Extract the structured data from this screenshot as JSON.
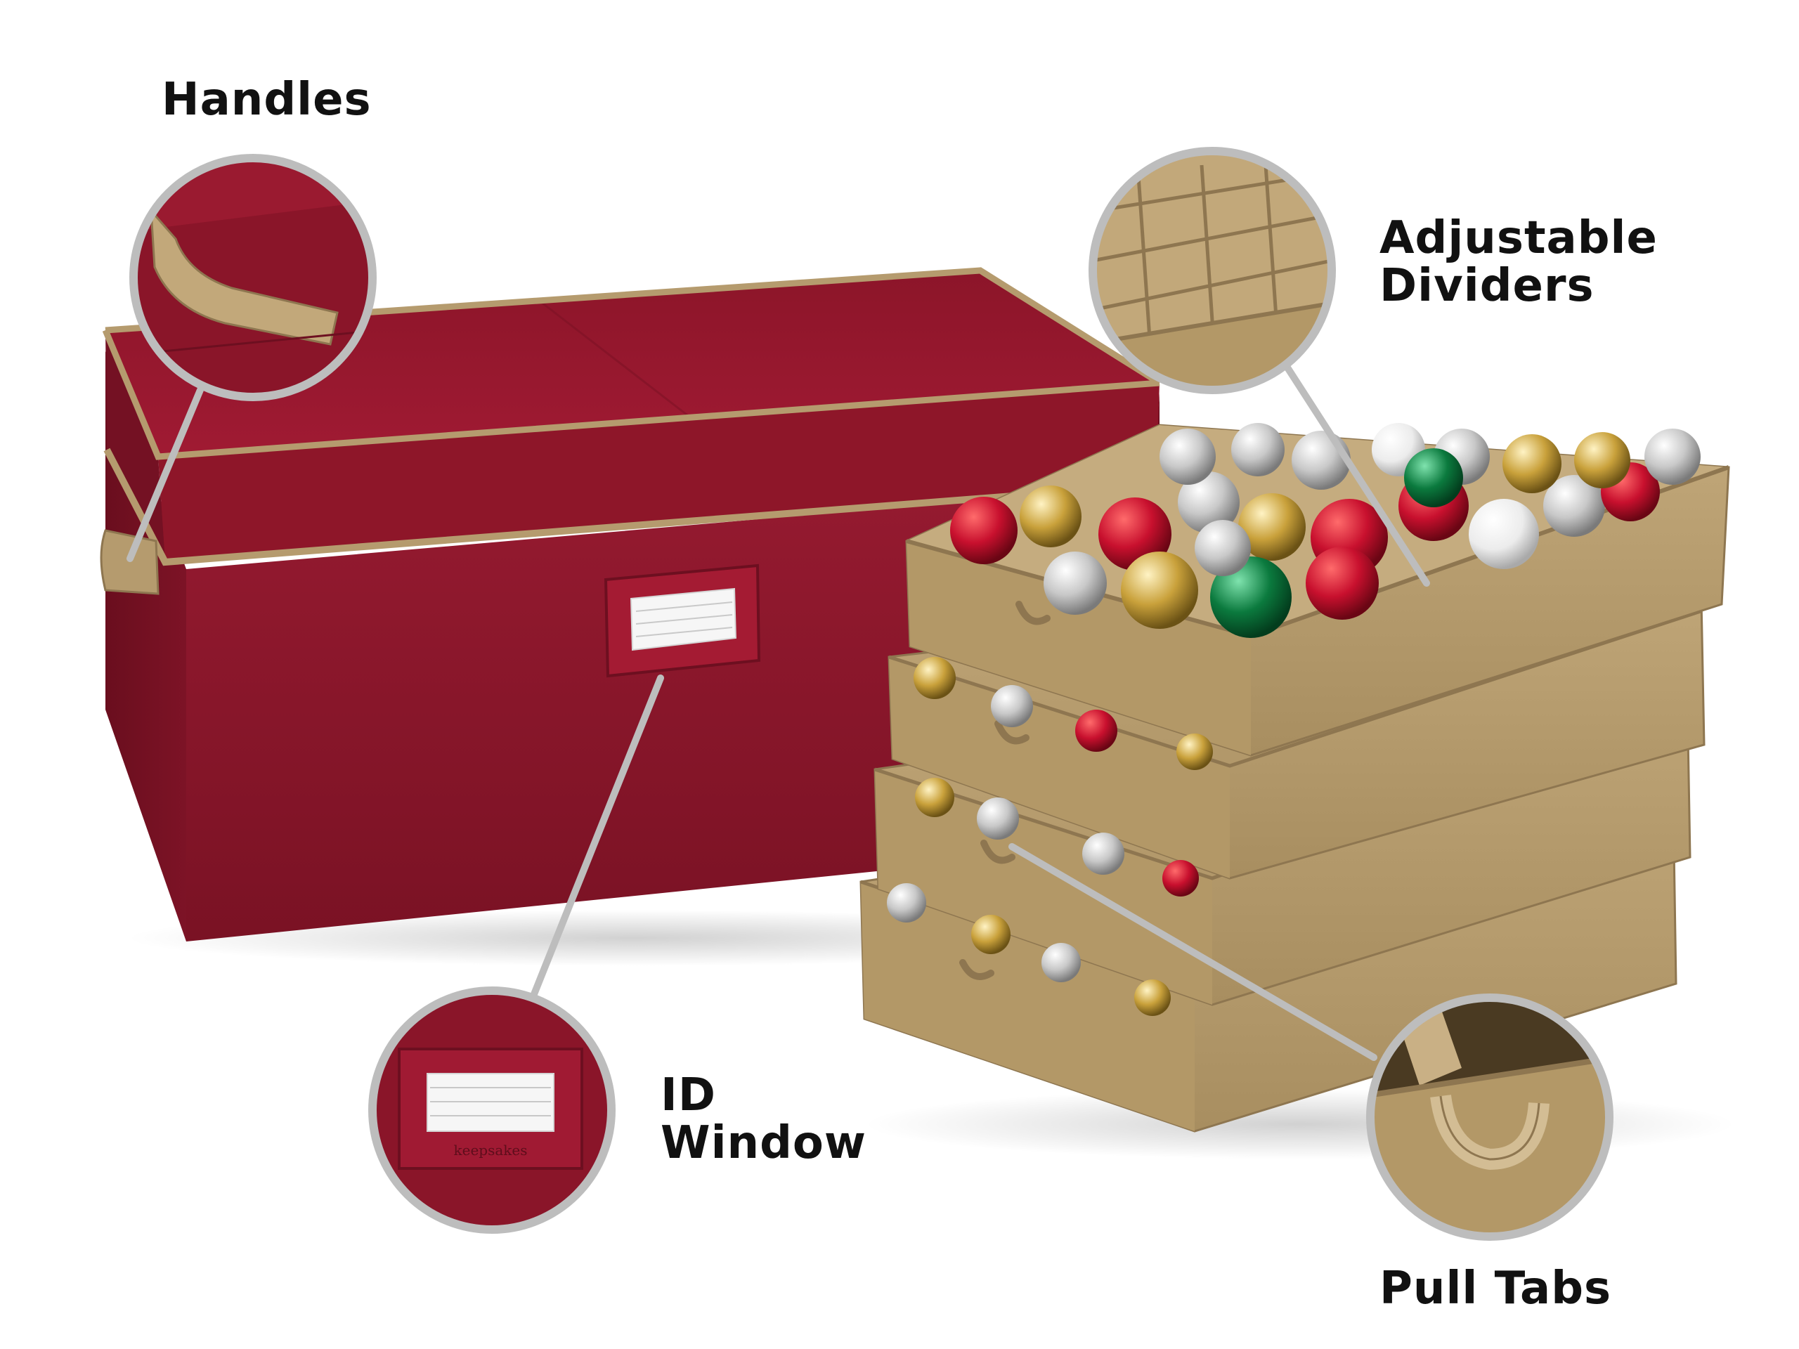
{
  "callouts": {
    "handles": {
      "line1": "Handles"
    },
    "dividers": {
      "line1": "Adjustable",
      "line2": "Dividers"
    },
    "idwindow": {
      "line1": "ID",
      "line2": "Window"
    },
    "pulltabs": {
      "line1": "Pull Tabs"
    }
  },
  "product": {
    "brand_stamp": "keepsakes"
  },
  "colors": {
    "box_red": "#8a1529",
    "box_red_dark": "#6d0f20",
    "box_red_light": "#a01a33",
    "tan": "#b59b6e",
    "tan_dark": "#8e7650",
    "tan_light": "#cdb68c",
    "callout_ring": "#bdbdbd",
    "text": "#111111",
    "background": "#ffffff"
  },
  "ornament_colors": [
    "#c8102e",
    "#d9d9d9",
    "#c9a13b",
    "#0b7a3e",
    "#b0b0b0",
    "#e6e6e6",
    "#a50e22",
    "#d4af37"
  ]
}
